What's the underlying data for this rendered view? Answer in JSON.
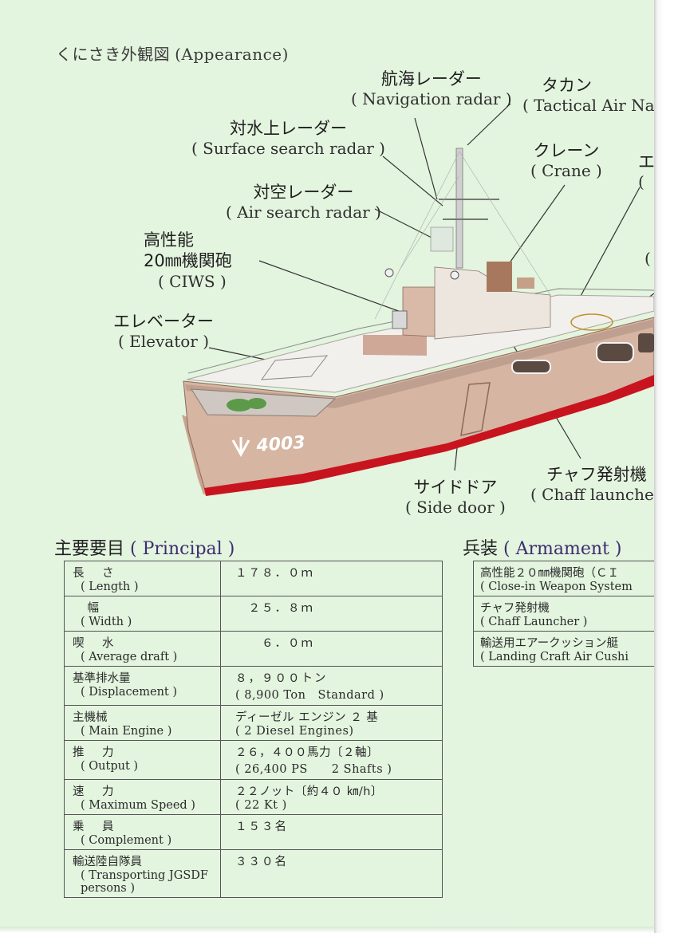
{
  "title": {
    "jp": "くにさき外観図",
    "en": "(Appearance)"
  },
  "ship": {
    "hull_number": "4003",
    "hull_color": "#d6b5a2",
    "deck_color": "#f2f0ec",
    "boot_color": "#c8141e"
  },
  "callouts": {
    "nav_radar": {
      "jp": "航海レーダー",
      "en": "( Navigation radar )"
    },
    "tacan": {
      "jp": "タカン",
      "en": "( Tactical Air Na"
    },
    "surface_radar": {
      "jp": "対水上レーダー",
      "en": "( Surface search radar )"
    },
    "crane": {
      "jp": "クレーン",
      "en": "( Crane )"
    },
    "air_radar": {
      "jp": "対空レーダー",
      "en": "( Air search radar )"
    },
    "ciws": {
      "jp1": "高性能",
      "jp2": "20㎜機関砲",
      "en": "( CIWS )"
    },
    "elevator": {
      "jp": "エレベーター",
      "en": "( Elevator )"
    },
    "side_door": {
      "jp": "サイドドア",
      "en": "( Side door )"
    },
    "chaff": {
      "jp": "チャフ発射機",
      "en": "( Chaff launche"
    },
    "cut_right_1": "エ",
    "cut_right_2": "(",
    "cut_right_3": "("
  },
  "principal": {
    "heading": {
      "jp": "主要要目",
      "en": "( Principal )"
    },
    "rows": [
      {
        "jp": "長　さ",
        "en": "( Length )",
        "v1": "１７８．０ｍ",
        "v2": ""
      },
      {
        "jp": "　幅",
        "en": "( Width )",
        "v1": "　２５．８ｍ",
        "v2": ""
      },
      {
        "jp": "喫　水",
        "en": "( Average draft )",
        "v1": "　　６．０ｍ",
        "v2": ""
      },
      {
        "jp": "基準排水量",
        "en": "( Displacement )",
        "v1": "８，９００トン",
        "v2": "( 8,900 Ton　Standard )"
      },
      {
        "jp": "主機械",
        "en": "( Main Engine )",
        "v1": "ディーゼル エンジン ２ 基",
        "v2": "( 2 Diesel Engines)"
      },
      {
        "jp": "推　力",
        "en": "( Output )",
        "v1": "２６，４００馬力〔２軸〕",
        "v2": "( 26,400 PS　　2 Shafts )"
      },
      {
        "jp": "速　力",
        "en": "( Maximum Speed )",
        "v1": "２２ノット〔約４０ ㎞/h〕",
        "v2": "( 22 Kt )"
      },
      {
        "jp": "乗　員",
        "en": "( Complement )",
        "v1": "１５３名",
        "v2": ""
      },
      {
        "jp": "輸送陸自隊員",
        "en": "( Transporting JGSDF persons )",
        "v1": "３３０名",
        "v2": ""
      }
    ]
  },
  "armament": {
    "heading": {
      "jp": "兵装",
      "en": "( Armament )"
    },
    "rows": [
      {
        "jp": "高性能２０㎜機関砲（ＣＩ",
        "en": "( Close-in Weapon System"
      },
      {
        "jp": "チャフ発射機",
        "en": "( Chaff Launcher )"
      },
      {
        "jp": "輸送用エアークッション艇",
        "en": "( Landing Craft Air Cushi"
      }
    ]
  }
}
